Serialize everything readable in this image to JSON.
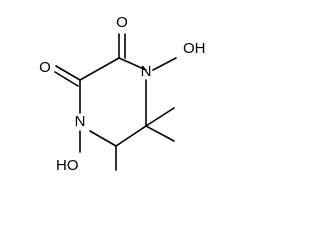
{
  "molecule": {
    "atoms": {
      "o_carbonyl_left": "O",
      "o_carbonyl_right": "O",
      "n_top": "N",
      "oh_top": "OH",
      "n_left": "N",
      "ho_left": "HO"
    },
    "colors": {
      "bond": "#000000",
      "label": "#000000",
      "background": "#ffffff"
    }
  }
}
